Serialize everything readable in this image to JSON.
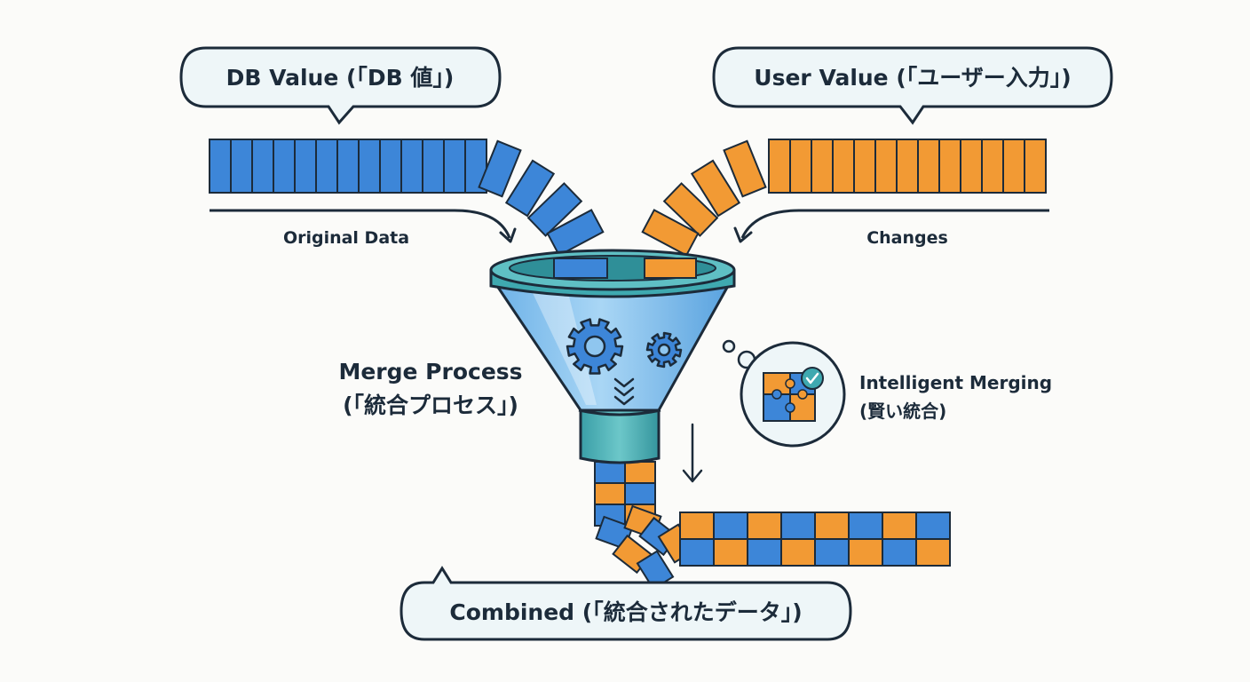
{
  "db_value": {
    "label": "DB Value (「DB 値」)"
  },
  "user_value": {
    "label": "User Value (「ユーザー入力」)"
  },
  "original_data": {
    "label": "Original Data"
  },
  "changes": {
    "label": "Changes"
  },
  "merge_process": {
    "line1": "Merge Process",
    "line2": "(「統合プロセス」)"
  },
  "intelligent_merging": {
    "line1": "Intelligent Merging",
    "line2": "(賢い統合)"
  },
  "combined": {
    "label": "Combined (「統合されたデータ」)"
  },
  "colors": {
    "blue": "#3d86d8",
    "orange": "#f29a34",
    "teal": "#3fa9b0",
    "funnel_blue": "#8fc6ef",
    "outline": "#1c2b3a",
    "bubble_fill": "#eef6f8"
  },
  "icons": [
    "gear-icon",
    "chevron-down-icon",
    "puzzle-icon",
    "check-icon",
    "arrow-down-icon"
  ]
}
